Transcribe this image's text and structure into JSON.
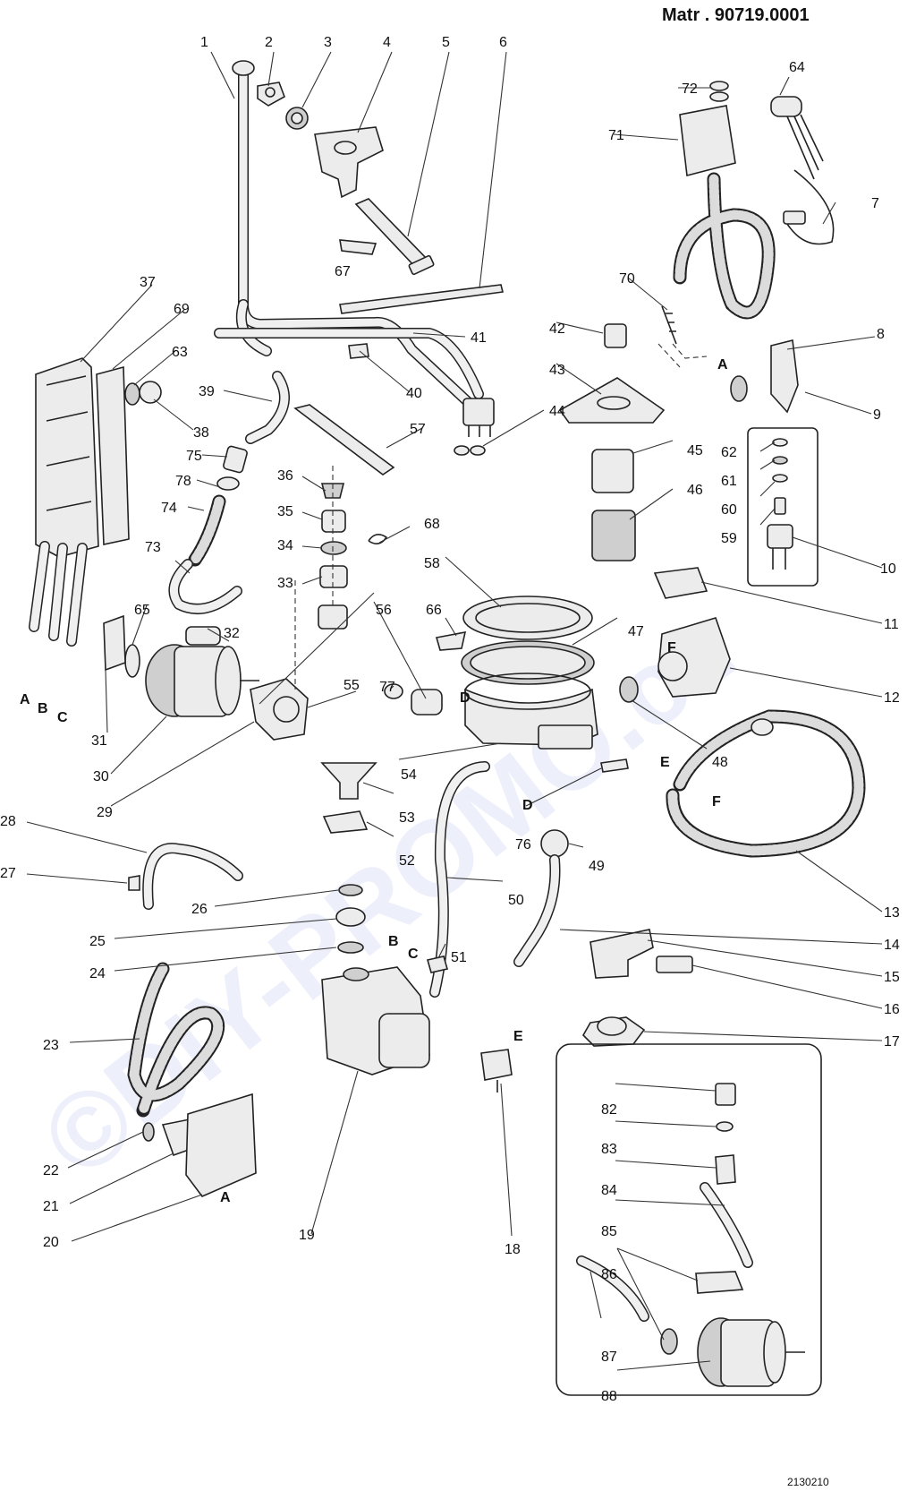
{
  "header": {
    "title": "Matr . 90719.0001"
  },
  "footer": {
    "code": "2130210"
  },
  "watermark": "©DIY-PROMO.cz",
  "connectors": {
    "a": "A",
    "b": "B",
    "c": "C",
    "d": "D",
    "e": "E",
    "f": "F"
  },
  "parts": {
    "p1": "1",
    "p2": "2",
    "p3": "3",
    "p4": "4",
    "p5": "5",
    "p6": "6",
    "p7": "7",
    "p8": "8",
    "p9": "9",
    "p10": "10",
    "p11": "11",
    "p12": "12",
    "p13": "13",
    "p14": "14",
    "p15": "15",
    "p16": "16",
    "p17": "17",
    "p18": "18",
    "p19": "19",
    "p20": "20",
    "p21": "21",
    "p22": "22",
    "p23": "23",
    "p24": "24",
    "p25": "25",
    "p26": "26",
    "p27": "27",
    "p28": "28",
    "p29": "29",
    "p30": "30",
    "p31": "31",
    "p32": "32",
    "p33": "33",
    "p34": "34",
    "p35": "35",
    "p36": "36",
    "p37": "37",
    "p38": "38",
    "p39": "39",
    "p40": "40",
    "p41": "41",
    "p42": "42",
    "p43": "43",
    "p44": "44",
    "p45": "45",
    "p46": "46",
    "p47": "47",
    "p48": "48",
    "p49": "49",
    "p50": "50",
    "p51": "51",
    "p52": "52",
    "p53": "53",
    "p54": "54",
    "p55": "55",
    "p56": "56",
    "p57": "57",
    "p58": "58",
    "p59": "59",
    "p60": "60",
    "p61": "61",
    "p62": "62",
    "p63": "63",
    "p64": "64",
    "p65": "65",
    "p66": "66",
    "p67": "67",
    "p68": "68",
    "p69": "69",
    "p70": "70",
    "p71": "71",
    "p72": "72",
    "p73": "73",
    "p74": "74",
    "p75": "75",
    "p76": "76",
    "p77": "77",
    "p78": "78",
    "p82": "82",
    "p83": "83",
    "p84": "84",
    "p85": "85",
    "p86": "86",
    "p87": "87",
    "p88": "88"
  }
}
